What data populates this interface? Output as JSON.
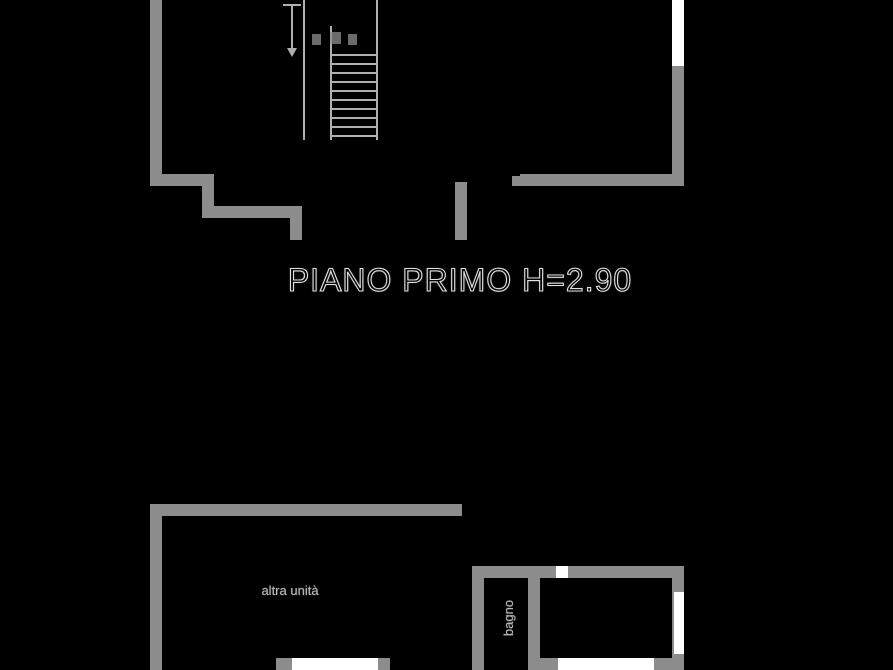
{
  "plan": {
    "title": "PIANO PRIMO H=2.90",
    "labels": {
      "other_unit": "altra unità",
      "bathroom": "bagno"
    }
  },
  "colors": {
    "background": "#000000",
    "wall_gray": "#8c8c8c",
    "wall_white": "#ffffff",
    "stair_line": "#b0b0b0",
    "label_text": "#b8b8b8",
    "title_fill": "#000000",
    "title_outline": "#e0e0e0"
  }
}
